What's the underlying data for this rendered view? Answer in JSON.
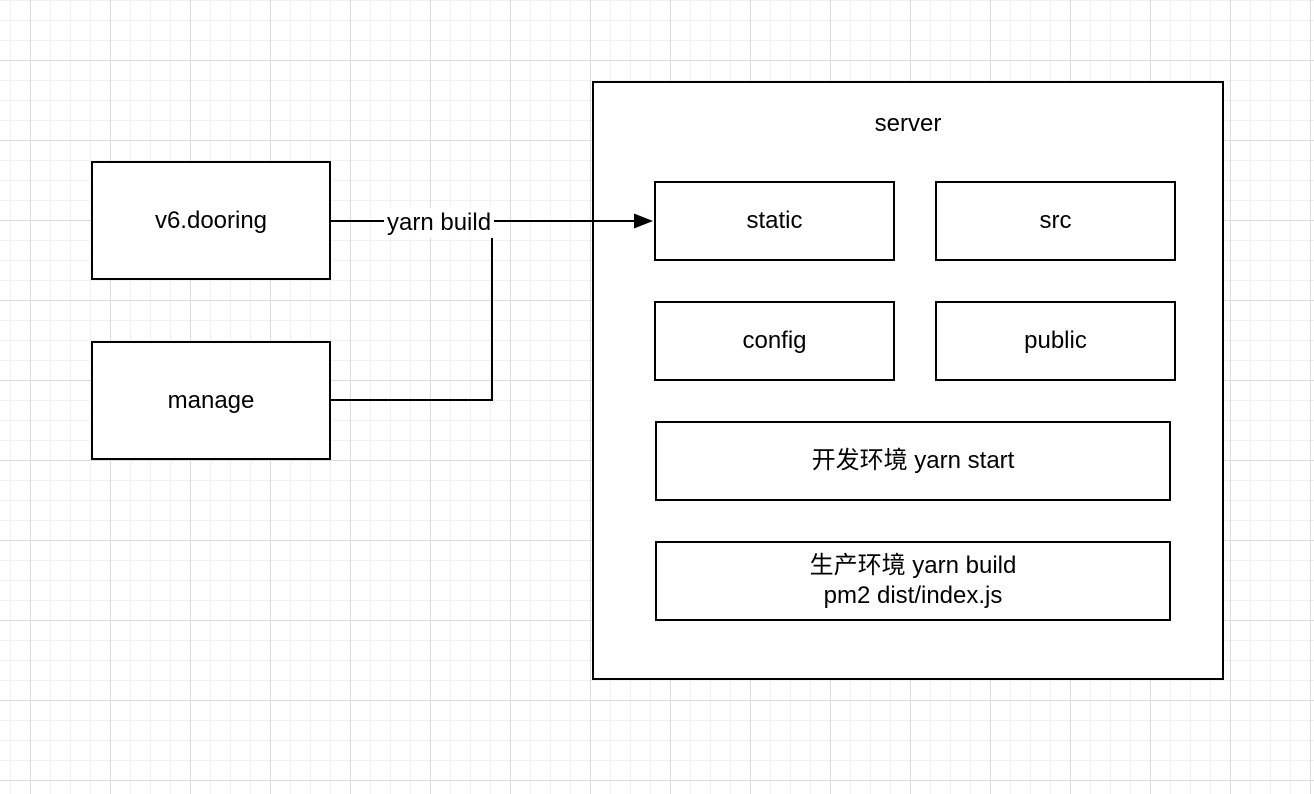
{
  "diagram": {
    "nodes": {
      "v6_dooring": {
        "label": "v6.dooring"
      },
      "manage": {
        "label": "manage"
      },
      "server": {
        "label": "server"
      },
      "static_dir": {
        "label": "static"
      },
      "src_dir": {
        "label": "src"
      },
      "config_dir": {
        "label": "config"
      },
      "public_dir": {
        "label": "public"
      },
      "dev_env": {
        "label": "开发环境 yarn start"
      },
      "prod_env": {
        "line1": "生产环境 yarn build",
        "line2": "pm2 dist/index.js"
      }
    },
    "edges": {
      "build": {
        "label": "yarn build"
      }
    },
    "colors": {
      "canvas_bg": "#ffffff",
      "grid_minor": "#f2f2f2",
      "grid_major": "#dcdcdc",
      "node_fill": "#ffffff",
      "node_stroke": "#000000",
      "text": "#000000"
    }
  }
}
